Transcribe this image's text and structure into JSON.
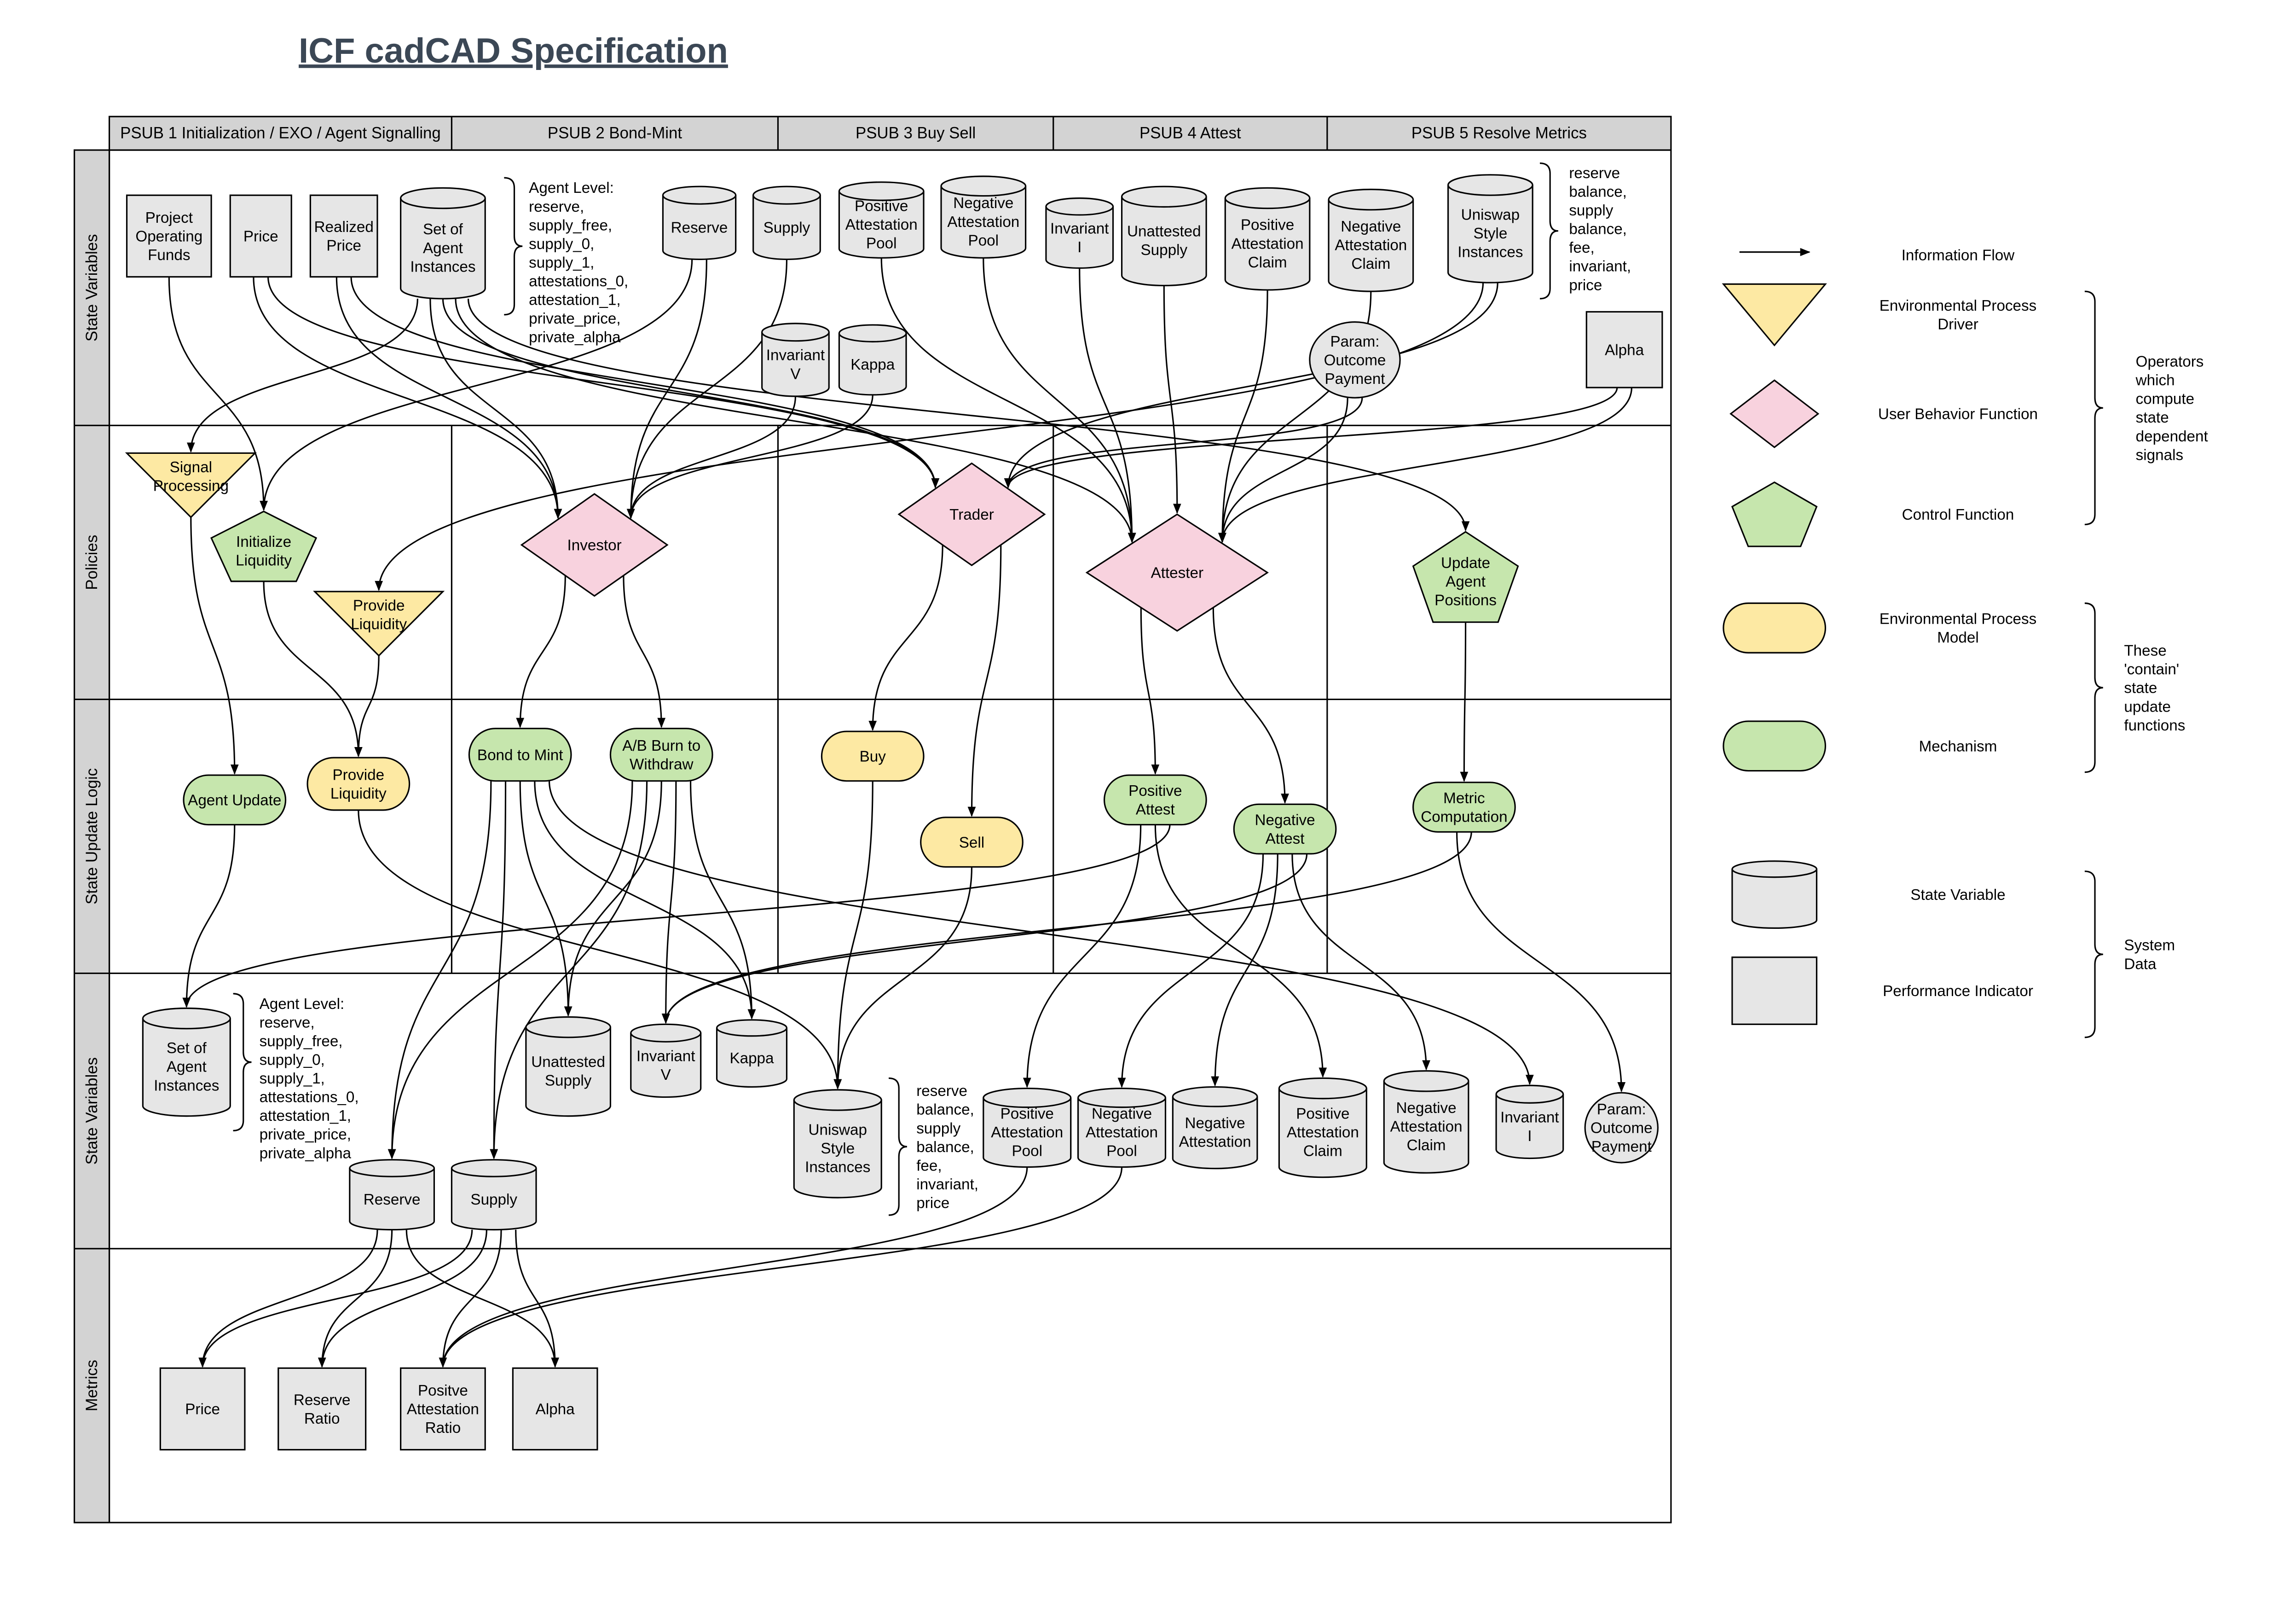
{
  "title": "ICF cadCAD Specification",
  "columns": [
    "PSUB 1 Initialization / EXO / Agent Signalling",
    "PSUB 2 Bond-Mint",
    "PSUB 3 Buy Sell",
    "PSUB 4 Attest",
    "PSUB 5 Resolve Metrics"
  ],
  "rows": [
    "State Variables",
    "Policies",
    "State Update Logic",
    "State Variables",
    "Metrics"
  ],
  "nodes": [
    {
      "id": "sv_pof",
      "type": "indicator",
      "text": "Project\nOperating\nFunds"
    },
    {
      "id": "sv_price",
      "type": "indicator",
      "text": "Price"
    },
    {
      "id": "sv_rprice",
      "type": "indicator",
      "text": "Realized\nPrice"
    },
    {
      "id": "sv_agents",
      "type": "cylinder",
      "text": "Set of\nAgent\nInstances"
    },
    {
      "id": "sv_reserve",
      "type": "cylinder",
      "text": "Reserve"
    },
    {
      "id": "sv_supply",
      "type": "cylinder",
      "text": "Supply"
    },
    {
      "id": "sv_pap",
      "type": "cylinder",
      "text": "Positive\nAttestation\nPool"
    },
    {
      "id": "sv_nap",
      "type": "cylinder",
      "text": "Negative\nAttestation\nPool"
    },
    {
      "id": "sv_invI",
      "type": "cylinder",
      "text": "Invariant\nI"
    },
    {
      "id": "sv_unatt",
      "type": "cylinder",
      "text": "Unattested\nSupply"
    },
    {
      "id": "sv_pac",
      "type": "cylinder",
      "text": "Positive\nAttestation\nClaim"
    },
    {
      "id": "sv_nac",
      "type": "cylinder",
      "text": "Negative\nAttestation\nClaim"
    },
    {
      "id": "sv_uni",
      "type": "cylinder",
      "text": "Uniswap\nStyle\nInstances"
    },
    {
      "id": "sv_invV",
      "type": "cylinder",
      "text": "Invariant\nV"
    },
    {
      "id": "sv_kappa",
      "type": "cylinder",
      "text": "Kappa"
    },
    {
      "id": "sv_param",
      "type": "circle",
      "text": "Param:\nOutcome\nPayment"
    },
    {
      "id": "sv_alpha",
      "type": "indicator",
      "text": "Alpha"
    },
    {
      "id": "p_signal",
      "type": "driver",
      "text": "Signal\nProcessing"
    },
    {
      "id": "p_initliq",
      "type": "control",
      "text": "Initialize\nLiquidity"
    },
    {
      "id": "p_provliq",
      "type": "driver",
      "text": "Provide\nLiquidity"
    },
    {
      "id": "p_investor",
      "type": "behavior",
      "text": "Investor"
    },
    {
      "id": "p_trader",
      "type": "behavior",
      "text": "Trader"
    },
    {
      "id": "p_attester",
      "type": "behavior",
      "text": "Attester"
    },
    {
      "id": "p_update",
      "type": "control",
      "text": "Update\nAgent\nPositions"
    },
    {
      "id": "m_agentupd",
      "type": "mechanism",
      "text": "Agent Update"
    },
    {
      "id": "m_provliq",
      "type": "envmodel",
      "text": "Provide\nLiquidity"
    },
    {
      "id": "m_bond",
      "type": "mechanism",
      "text": "Bond to Mint"
    },
    {
      "id": "m_burn",
      "type": "mechanism",
      "text": "A/B Burn to\nWithdraw"
    },
    {
      "id": "m_buy",
      "type": "envmodel",
      "text": "Buy"
    },
    {
      "id": "m_sell",
      "type": "envmodel",
      "text": "Sell"
    },
    {
      "id": "m_posatt",
      "type": "mechanism",
      "text": "Positive\nAttest"
    },
    {
      "id": "m_negatt",
      "type": "mechanism",
      "text": "Negative\nAttest"
    },
    {
      "id": "m_metric",
      "type": "mechanism",
      "text": "Metric\nComputation"
    },
    {
      "id": "s2_agents",
      "type": "cylinder",
      "text": "Set of\nAgent\nInstances"
    },
    {
      "id": "s2_unatt",
      "type": "cylinder",
      "text": "Unattested\nSupply"
    },
    {
      "id": "s2_invV",
      "type": "cylinder",
      "text": "Invariant\nV"
    },
    {
      "id": "s2_kappa",
      "type": "cylinder",
      "text": "Kappa"
    },
    {
      "id": "s2_reserve",
      "type": "cylinder",
      "text": "Reserve"
    },
    {
      "id": "s2_supply",
      "type": "cylinder",
      "text": "Supply"
    },
    {
      "id": "s2_uni",
      "type": "cylinder",
      "text": "Uniswap\nStyle\nInstances"
    },
    {
      "id": "s2_pap",
      "type": "cylinder",
      "text": "Positive\nAttestation\nPool"
    },
    {
      "id": "s2_nap",
      "type": "cylinder",
      "text": "Negative\nAttestation\nPool"
    },
    {
      "id": "s2_neg",
      "type": "cylinder",
      "text": "Negative\nAttestation"
    },
    {
      "id": "s2_pac",
      "type": "cylinder",
      "text": "Positive\nAttestation\nClaim"
    },
    {
      "id": "s2_nac",
      "type": "cylinder",
      "text": "Negative\nAttestation\nClaim"
    },
    {
      "id": "s2_invI",
      "type": "cylinder",
      "text": "Invariant\nI"
    },
    {
      "id": "s2_param",
      "type": "circle",
      "text": "Param:\nOutcome\nPayment"
    },
    {
      "id": "mt_price",
      "type": "indicator",
      "text": "Price"
    },
    {
      "id": "mt_rratio",
      "type": "indicator",
      "text": "Reserve\nRatio"
    },
    {
      "id": "mt_pratio",
      "type": "indicator",
      "text": "Positve\nAttestation\nRatio"
    },
    {
      "id": "mt_alpha",
      "type": "indicator",
      "text": "Alpha"
    }
  ],
  "annotations": [
    {
      "id": "note_agent_top",
      "text": "Agent Level:\nreserve,\nsupply_free,\nsupply_0,\nsupply_1,\nattestations_0,\nattestation_1,\nprivate_price,\nprivate_alpha"
    },
    {
      "id": "note_uni_top",
      "text": "reserve\nbalance,\nsupply\nbalance,\nfee,\ninvariant,\nprice"
    },
    {
      "id": "note_agent_bot",
      "text": "Agent Level:\nreserve,\nsupply_free,\nsupply_0,\nsupply_1,\nattestations_0,\nattestation_1,\nprivate_price,\nprivate_alpha"
    },
    {
      "id": "note_uni_bot",
      "text": "reserve\nbalance,\nsupply\nbalance,\nfee,\ninvariant,\nprice"
    }
  ],
  "edges": [
    [
      "sv_pof",
      "p_initliq"
    ],
    [
      "sv_price",
      "p_investor"
    ],
    [
      "sv_price",
      "p_trader"
    ],
    [
      "sv_rprice",
      "p_investor"
    ],
    [
      "sv_rprice",
      "p_trader"
    ],
    [
      "sv_agents",
      "p_signal"
    ],
    [
      "sv_agents",
      "p_investor"
    ],
    [
      "sv_agents",
      "p_trader"
    ],
    [
      "sv_agents",
      "p_attester"
    ],
    [
      "sv_agents",
      "p_update"
    ],
    [
      "sv_reserve",
      "p_initliq"
    ],
    [
      "sv_reserve",
      "p_investor"
    ],
    [
      "sv_supply",
      "p_investor"
    ],
    [
      "sv_invV",
      "p_investor"
    ],
    [
      "sv_kappa",
      "p_investor"
    ],
    [
      "sv_pap",
      "p_attester"
    ],
    [
      "sv_nap",
      "p_attester"
    ],
    [
      "sv_invI",
      "p_attester"
    ],
    [
      "sv_unatt",
      "p_attester"
    ],
    [
      "sv_pac",
      "p_attester"
    ],
    [
      "sv_nac",
      "p_attester"
    ],
    [
      "sv_uni",
      "p_provliq"
    ],
    [
      "sv_uni",
      "p_trader"
    ],
    [
      "sv_param",
      "p_attester"
    ],
    [
      "sv_param",
      "p_trader"
    ],
    [
      "sv_alpha",
      "p_trader"
    ],
    [
      "sv_alpha",
      "p_attester"
    ],
    [
      "p_signal",
      "m_agentupd"
    ],
    [
      "p_initliq",
      "m_provliq"
    ],
    [
      "p_provliq",
      "m_provliq"
    ],
    [
      "p_investor",
      "m_bond"
    ],
    [
      "p_investor",
      "m_burn"
    ],
    [
      "p_trader",
      "m_buy"
    ],
    [
      "p_trader",
      "m_sell"
    ],
    [
      "p_attester",
      "m_posatt"
    ],
    [
      "p_attester",
      "m_negatt"
    ],
    [
      "p_update",
      "m_metric"
    ],
    [
      "m_agentupd",
      "s2_agents"
    ],
    [
      "m_provliq",
      "s2_uni"
    ],
    [
      "m_bond",
      "s2_reserve"
    ],
    [
      "m_bond",
      "s2_supply"
    ],
    [
      "m_bond",
      "s2_unatt"
    ],
    [
      "m_bond",
      "s2_kappa"
    ],
    [
      "m_bond",
      "s2_invI"
    ],
    [
      "m_burn",
      "s2_reserve"
    ],
    [
      "m_burn",
      "s2_supply"
    ],
    [
      "m_burn",
      "s2_unatt"
    ],
    [
      "m_burn",
      "s2_invV"
    ],
    [
      "m_burn",
      "s2_kappa"
    ],
    [
      "m_buy",
      "s2_uni"
    ],
    [
      "m_sell",
      "s2_uni"
    ],
    [
      "m_posatt",
      "s2_pap"
    ],
    [
      "m_posatt",
      "s2_pac"
    ],
    [
      "m_posatt",
      "s2_agents"
    ],
    [
      "m_negatt",
      "s2_nap"
    ],
    [
      "m_negatt",
      "s2_neg"
    ],
    [
      "m_negatt",
      "s2_nac"
    ],
    [
      "m_negatt",
      "s2_invV"
    ],
    [
      "m_metric",
      "s2_param"
    ],
    [
      "m_metric",
      "s2_invV"
    ],
    [
      "s2_reserve",
      "mt_price"
    ],
    [
      "s2_reserve",
      "mt_rratio"
    ],
    [
      "s2_reserve",
      "mt_alpha"
    ],
    [
      "s2_supply",
      "mt_price"
    ],
    [
      "s2_supply",
      "mt_rratio"
    ],
    [
      "s2_supply",
      "mt_pratio"
    ],
    [
      "s2_supply",
      "mt_alpha"
    ],
    [
      "s2_pap",
      "mt_pratio"
    ],
    [
      "s2_nap",
      "mt_pratio"
    ]
  ],
  "legend": {
    "items": [
      {
        "kind": "arrow",
        "label": "Information Flow"
      },
      {
        "kind": "driver",
        "label": "Environmental Process\nDriver"
      },
      {
        "kind": "behavior",
        "label": "User Behavior Function"
      },
      {
        "kind": "control",
        "label": "Control Function"
      },
      {
        "kind": "envmodel",
        "label": "Environmental Process\nModel"
      },
      {
        "kind": "mechanism",
        "label": "Mechanism"
      },
      {
        "kind": "cylinder",
        "label": "State Variable"
      },
      {
        "kind": "indicator",
        "label": "Performance Indicator"
      }
    ],
    "groups": [
      {
        "text": "Operators\nwhich\ncompute\nstate\ndependent\nsignals"
      },
      {
        "text": "These\n'contain'\nstate\nupdate\nfunctions"
      },
      {
        "text": "System\nData"
      }
    ]
  },
  "colors": {
    "grey_fill": "#e6e6e6",
    "header_fill": "#d3d3d3",
    "driver_fill": "#fde9a3",
    "behavior_fill": "#f8d2de",
    "green_fill": "#c6e6ad",
    "stroke": "#000000",
    "title": "#3b4755"
  }
}
